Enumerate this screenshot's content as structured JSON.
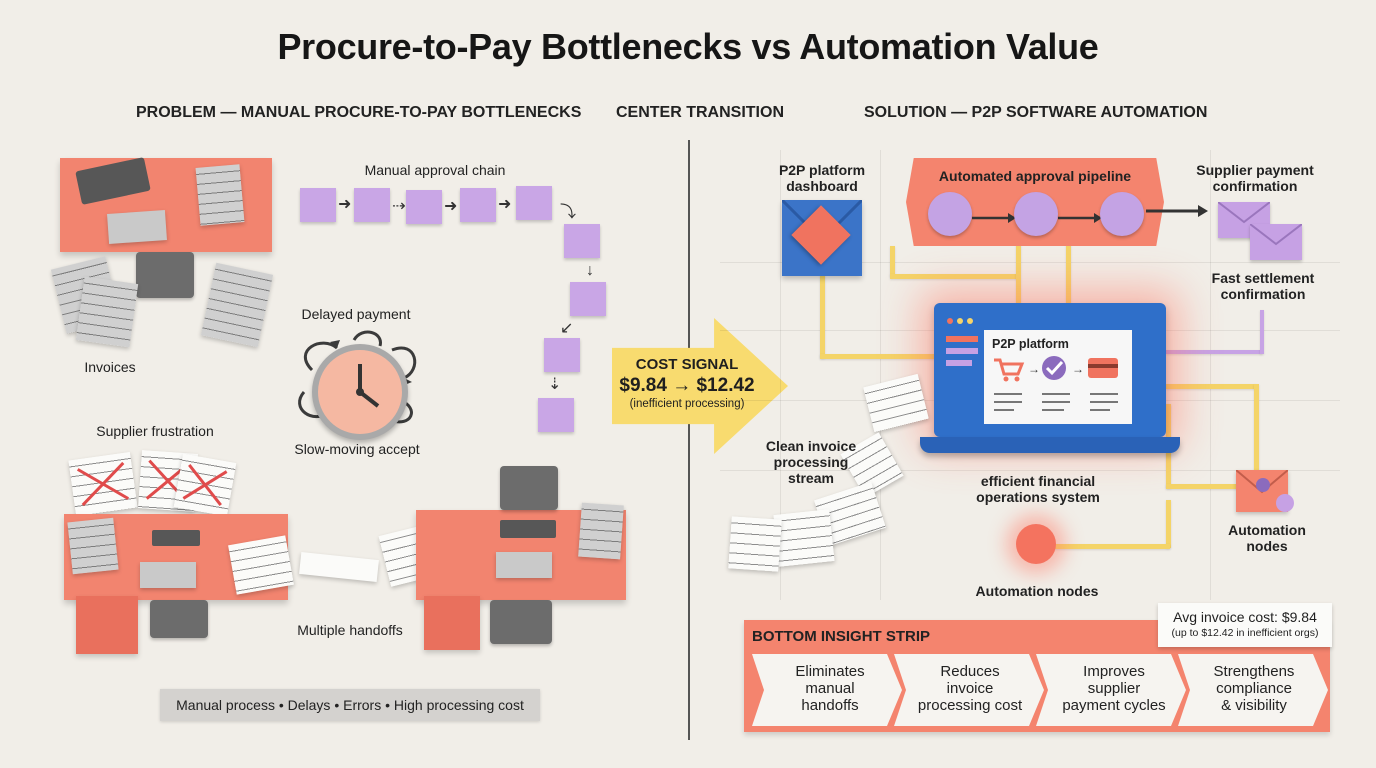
{
  "title": "Procure-to-Pay Bottlenecks vs Automation Value",
  "sections": {
    "problem": "PROBLEM — MANUAL PROCURE-TO-PAY BOTTLENECKS",
    "center": "CENTER TRANSITION",
    "solution": "SOLUTION — P2P SOFTWARE AUTOMATION"
  },
  "problem": {
    "invoices": "Invoices",
    "manual_chain": "Manual approval chain",
    "delayed_payment": "Delayed payment",
    "slow_accept": "Slow-moving accept",
    "supplier_frustration": "Supplier frustration",
    "multiple_handoffs": "Multiple handoffs",
    "footer": "Manual process • Delays • Errors • High processing cost"
  },
  "center": {
    "cost_title": "COST SIGNAL",
    "cost_value": "$9.84 → $12.42",
    "cost_note": "(inefficient processing)"
  },
  "solution": {
    "dashboard_line1": "P2P platform",
    "dashboard_line2": "dashboard",
    "pipeline": "Automated approval pipeline",
    "supplier_conf_line1": "Supplier payment",
    "supplier_conf_line2": "confirmation",
    "fast_settle_line1": "Fast settlement",
    "fast_settle_line2": "confirmation",
    "platform_label": "P2P platform",
    "clean_line1": "Clean invoice",
    "clean_line2": "processing",
    "clean_line3": "stream",
    "efficient_line1": "efficient financial",
    "efficient_line2": "operations system",
    "auto_nodes_center": "Automation nodes",
    "auto_nodes_right_line1": "Automation",
    "auto_nodes_right_line2": "nodes"
  },
  "insight": {
    "heading": "BOTTOM INSIGHT STRIP",
    "avg_main": "Avg invoice cost: $9.84",
    "avg_sub": "(up to $12.42 in inefficient orgs)",
    "items": [
      {
        "l1": "Eliminates",
        "l2": "manual",
        "l3": "handoffs"
      },
      {
        "l1": "Reduces",
        "l2": "invoice",
        "l3": "processing cost"
      },
      {
        "l1": "Improves",
        "l2": "supplier",
        "l3": "payment cycles"
      },
      {
        "l1": "Strengthens",
        "l2": "compliance",
        "l3": "& visibility"
      }
    ]
  },
  "colors": {
    "background": "#f1eee8",
    "coral": "#f2846f",
    "lavender": "#c9a6e6",
    "yellow": "#f8db6f",
    "blue": "#2f6fc9"
  }
}
